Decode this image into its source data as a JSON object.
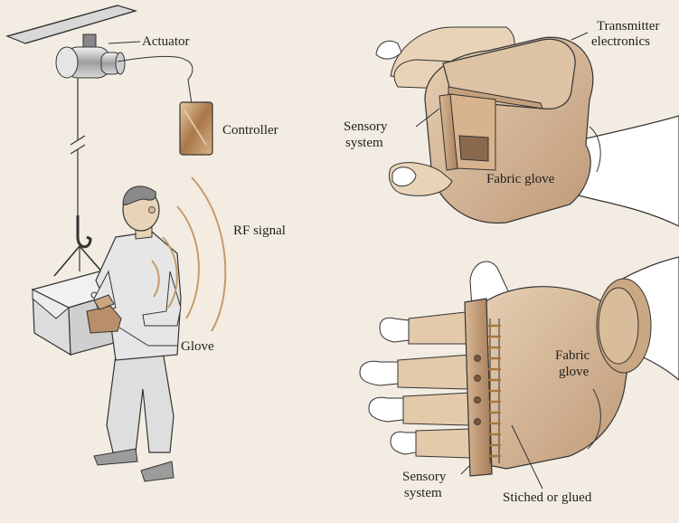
{
  "labels": {
    "actuator": "Actuator",
    "controller": "Controller",
    "rf_signal": "RF signal",
    "glove": "Glove",
    "transmitter_line1": "Transmitter",
    "transmitter_line2": "electronics",
    "sensory_top_line1": "Sensory",
    "sensory_top_line2": "system",
    "fabric_glove_top": "Fabric glove",
    "fabric_bottom_line1": "Fabric",
    "fabric_bottom_line2": "glove",
    "sensory_bottom_line1": "Sensory",
    "sensory_bottom_line2": "system",
    "stiched": "Stiched or glued"
  },
  "colors": {
    "background": "#f3ece2",
    "skin": "#e8d3b8",
    "glove": "#cba98a",
    "rf_wave": "#c79a6a",
    "box": "#e7e7e7",
    "clothing": "#e0e0e0"
  }
}
